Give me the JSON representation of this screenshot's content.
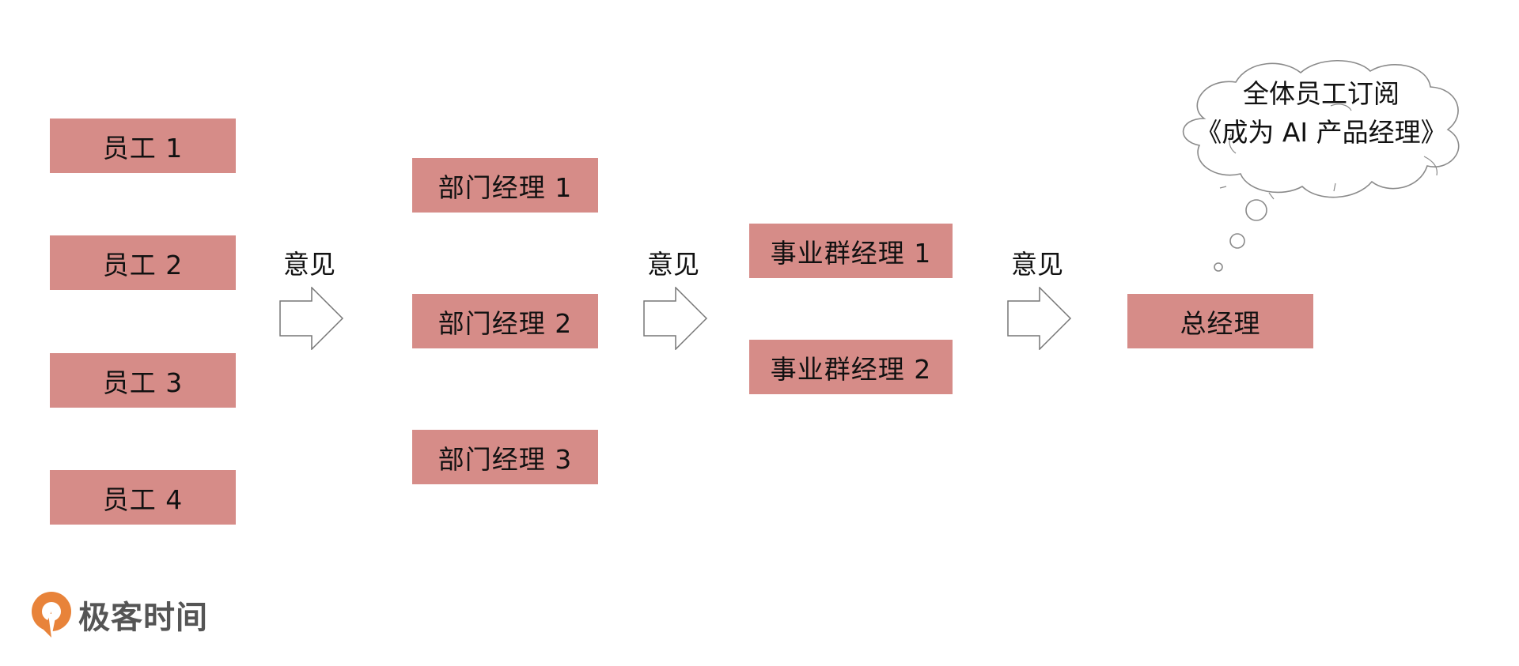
{
  "employees": [
    "员工 1",
    "员工 2",
    "员工 3",
    "员工 4"
  ],
  "dept_managers": [
    "部门经理 1",
    "部门经理 2",
    "部门经理 3"
  ],
  "bu_managers": [
    "事业群经理 1",
    "事业群经理 2"
  ],
  "general_manager": "总经理",
  "arrow_label": "意见",
  "cloud": {
    "line1": "全体员工订阅",
    "line2": "《成为 AI 产品经理》"
  },
  "logo": {
    "text": "极客时间",
    "icon": "geektime-logo-icon"
  },
  "colors": {
    "box_fill": "#d68c88",
    "logo_orange": "#e8833a",
    "logo_text": "#555555"
  }
}
